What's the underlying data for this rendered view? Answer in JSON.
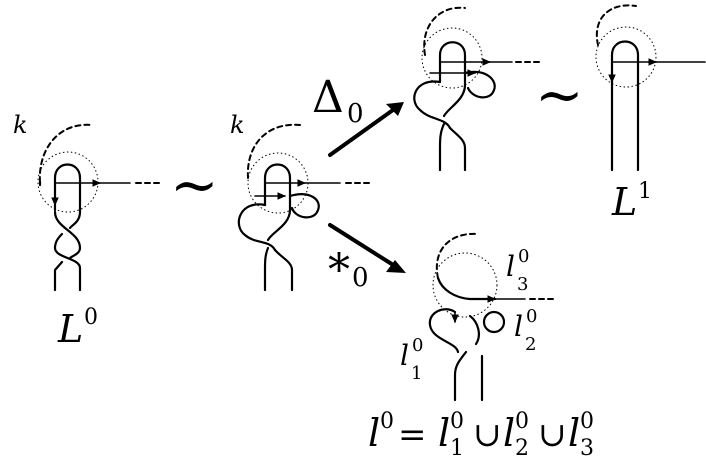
{
  "labels": {
    "k_left": "k",
    "k_mid": "k",
    "L0_base": "L",
    "L0_sup": "0",
    "L1_base": "L",
    "L1_sup": "1",
    "delta_base": "Δ",
    "delta_sub": "0",
    "star_base": "*",
    "star_sub": "0",
    "l1": {
      "base": "l",
      "sup": "0",
      "sub": "1"
    },
    "l2": {
      "base": "l",
      "sup": "0",
      "sub": "2"
    },
    "l3": {
      "base": "l",
      "sup": "0",
      "sub": "3"
    },
    "equiv_left": "~",
    "equiv_right": "~"
  },
  "equation": {
    "l0_base": "l",
    "l0_sup": "0",
    "equals": "=",
    "t1_base": "l",
    "t1_sup": "0",
    "t1_sub": "1",
    "cup1": "∪",
    "t2_base": "l",
    "t2_sup": "0",
    "t2_sub": "2",
    "cup2": "∪",
    "t3_base": "l",
    "t3_sup": "0",
    "t3_sub": "3"
  }
}
